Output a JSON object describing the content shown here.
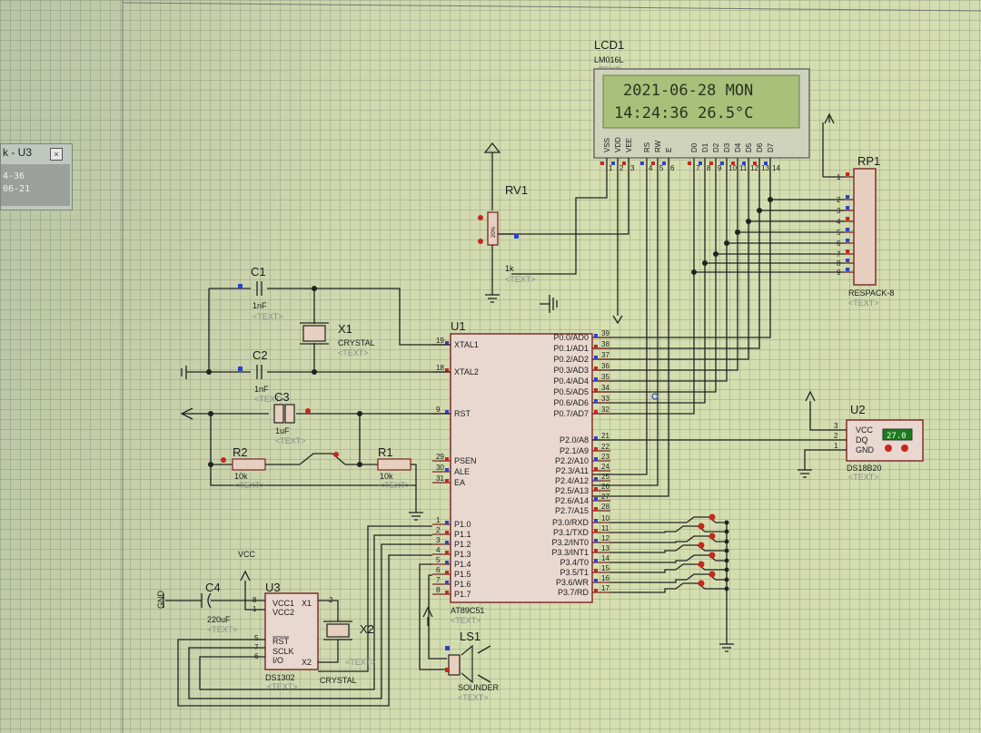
{
  "popup": {
    "title": "k - U3",
    "close": "×",
    "line1": "4-36",
    "line2": "06-21"
  },
  "lcd": {
    "ref": "LCD1",
    "part": "LM016L",
    "text_tag": "<TEXT>",
    "line1": "2021-06-28 MON",
    "line2": "14:24:36  26.5°C",
    "pin_names": [
      "VSS",
      "VDD",
      "VEE",
      "RS",
      "RW",
      "E",
      "D0",
      "D1",
      "D2",
      "D3",
      "D4",
      "D5",
      "D6",
      "D7"
    ],
    "pin_nums": [
      "1",
      "2",
      "3",
      "4",
      "5",
      "6",
      "7",
      "8",
      "9",
      "10",
      "11",
      "12",
      "13",
      "14"
    ]
  },
  "rv1": {
    "ref": "RV1",
    "value": "1k",
    "body": "20%",
    "text": "<TEXT>"
  },
  "rp1": {
    "ref": "RP1",
    "part": "RESPACK-8",
    "text": "<TEXT>",
    "pins": [
      "1",
      "2",
      "3",
      "4",
      "5",
      "6",
      "7",
      "8",
      "9"
    ]
  },
  "c1": {
    "ref": "C1",
    "value": "1nF",
    "text": "<TEXT>"
  },
  "c2": {
    "ref": "C2",
    "value": "1nF",
    "text": "<TEXT>"
  },
  "c3": {
    "ref": "C3",
    "value": "1uF",
    "text": "<TEXT>"
  },
  "c4": {
    "ref": "C4",
    "value": "220uF",
    "text": "<TEXT>"
  },
  "x1": {
    "ref": "X1",
    "part": "CRYSTAL",
    "text": "<TEXT>"
  },
  "x2": {
    "ref": "X2",
    "part": "CRYSTAL",
    "text": "<TEXT>"
  },
  "r1": {
    "ref": "R1",
    "value": "10k",
    "text": "<TEXT>"
  },
  "r2": {
    "ref": "R2",
    "value": "10k",
    "text": "<TEXT>"
  },
  "u1": {
    "ref": "U1",
    "part": "AT89C51",
    "text": "<TEXT>",
    "left_pins": [
      {
        "num": "19",
        "name": "XTAL1"
      },
      {
        "num": "18",
        "name": "XTAL2"
      },
      {
        "num": "9",
        "name": "RST"
      },
      {
        "num": "29",
        "name": "PSEN"
      },
      {
        "num": "30",
        "name": "ALE"
      },
      {
        "num": "31",
        "name": "EA"
      },
      {
        "num": "1",
        "name": "P1.0"
      },
      {
        "num": "2",
        "name": "P1.1"
      },
      {
        "num": "3",
        "name": "P1.2"
      },
      {
        "num": "4",
        "name": "P1.3"
      },
      {
        "num": "5",
        "name": "P1.4"
      },
      {
        "num": "6",
        "name": "P1.5"
      },
      {
        "num": "7",
        "name": "P1.6"
      },
      {
        "num": "8",
        "name": "P1.7"
      }
    ],
    "right_pins": [
      {
        "num": "39",
        "name": "P0.0/AD0"
      },
      {
        "num": "38",
        "name": "P0.1/AD1"
      },
      {
        "num": "37",
        "name": "P0.2/AD2"
      },
      {
        "num": "36",
        "name": "P0.3/AD3"
      },
      {
        "num": "35",
        "name": "P0.4/AD4"
      },
      {
        "num": "34",
        "name": "P0.5/AD5"
      },
      {
        "num": "33",
        "name": "P0.6/AD6"
      },
      {
        "num": "32",
        "name": "P0.7/AD7"
      },
      {
        "num": "21",
        "name": "P2.0/A8"
      },
      {
        "num": "22",
        "name": "P2.1/A9"
      },
      {
        "num": "23",
        "name": "P2.2/A10"
      },
      {
        "num": "24",
        "name": "P2.3/A11"
      },
      {
        "num": "25",
        "name": "P2.4/A12"
      },
      {
        "num": "26",
        "name": "P2.5/A13"
      },
      {
        "num": "27",
        "name": "P2.6/A14"
      },
      {
        "num": "28",
        "name": "P2.7/A15"
      },
      {
        "num": "10",
        "name": "P3.0/RXD"
      },
      {
        "num": "11",
        "name": "P3.1/TXD"
      },
      {
        "num": "12",
        "name": "P3.2/INT0"
      },
      {
        "num": "13",
        "name": "P3.3/INT1"
      },
      {
        "num": "14",
        "name": "P3.4/T0"
      },
      {
        "num": "15",
        "name": "P3.5/T1"
      },
      {
        "num": "16",
        "name": "P3.6/WR"
      },
      {
        "num": "17",
        "name": "P3.7/RD"
      }
    ]
  },
  "u2": {
    "ref": "U2",
    "part": "DS18B20",
    "text": "<TEXT>",
    "reading": "27.0",
    "pins": [
      {
        "num": "3",
        "name": "VCC"
      },
      {
        "num": "2",
        "name": "DQ"
      },
      {
        "num": "1",
        "name": "GND"
      }
    ]
  },
  "u3": {
    "ref": "U3",
    "part": "DS1302",
    "text": "<TEXT>",
    "pins_left": [
      {
        "num": "8",
        "name": "VCC1"
      },
      {
        "num": "1",
        "name": "VCC2"
      },
      {
        "num": "5",
        "name": "RST"
      },
      {
        "num": "7",
        "name": "SCLK"
      },
      {
        "num": "6",
        "name": "I/O"
      }
    ],
    "pins_right": [
      {
        "num": "2",
        "name": "X1"
      },
      {
        "num": "3",
        "name": "X2"
      }
    ]
  },
  "ls1": {
    "ref": "LS1",
    "part": "SOUNDER",
    "text": "<TEXT>"
  },
  "power": {
    "vcc": "VCC",
    "gnd": "GND"
  },
  "colors": {
    "pin_red": "#c4281e",
    "pin_blue": "#2d44c8",
    "lcd_bg": "#a8c07a",
    "u2_display": "#1f7a1f"
  }
}
